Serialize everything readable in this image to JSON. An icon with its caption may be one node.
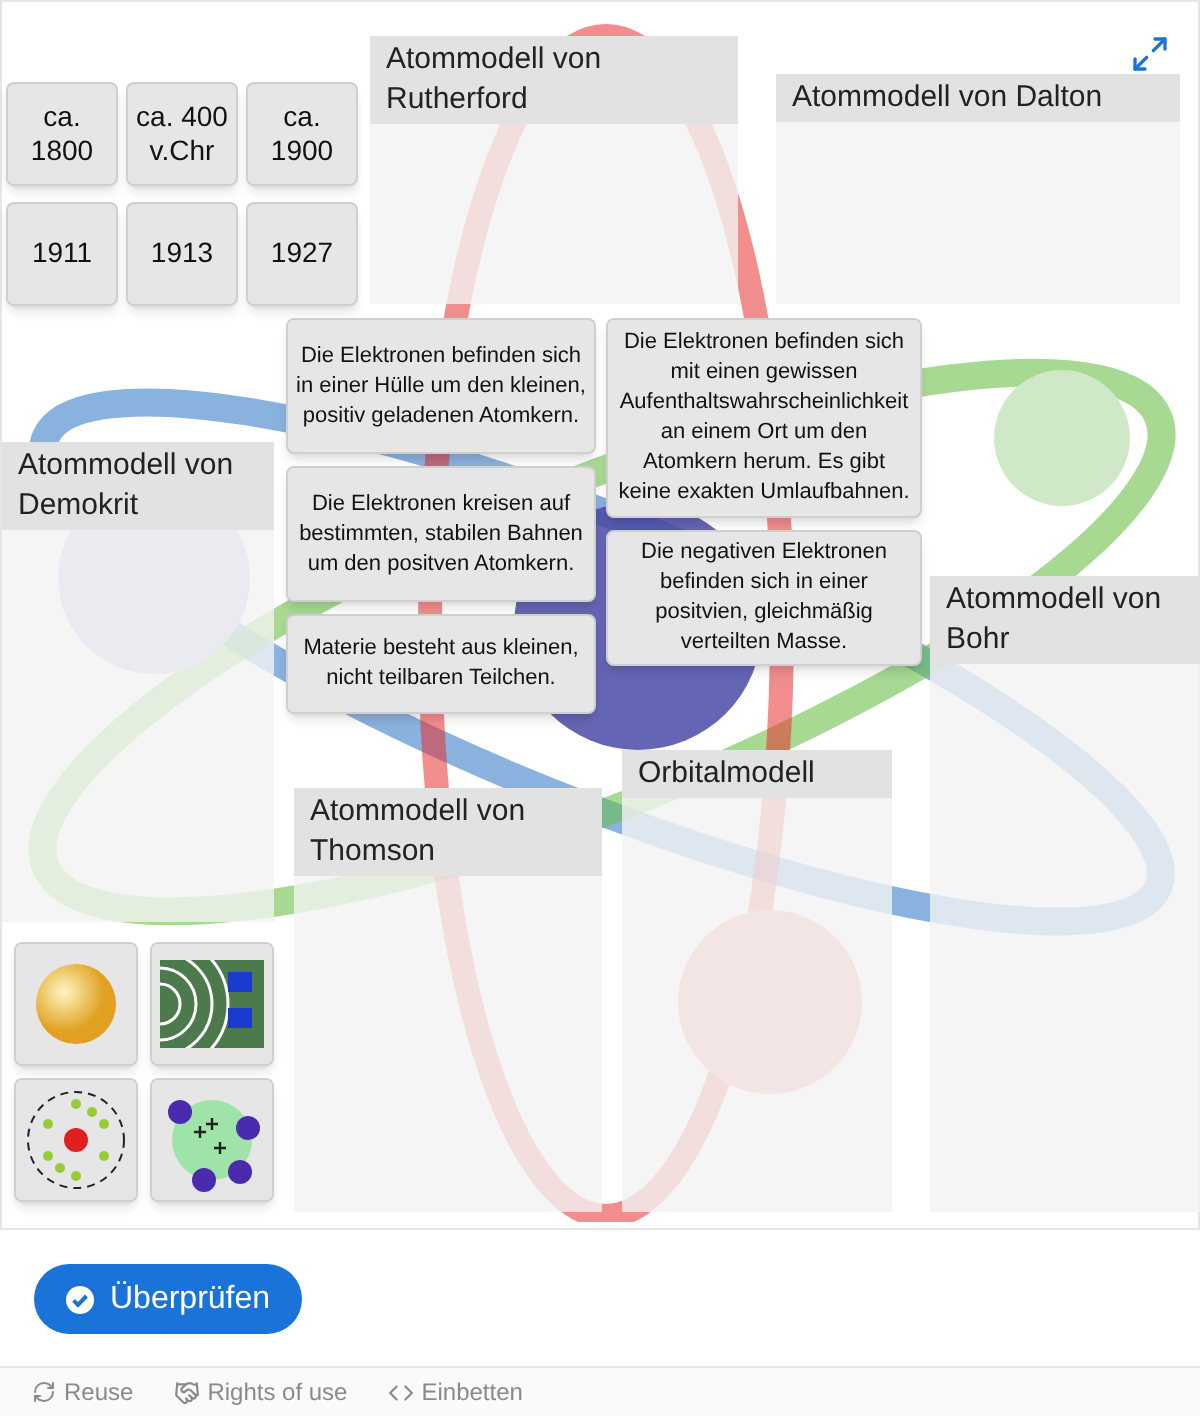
{
  "diagram": {
    "nodes": [
      {
        "text": [
          "Atommodell von Rutherford"
        ]
      },
      {
        "text": [
          "Atommodell von Dalton"
        ]
      },
      {
        "text": [
          "Atommodell von Demokrit"
        ]
      },
      {
        "text": [
          "Atommodell von Bohr"
        ]
      },
      {
        "text": [
          "Atommodell von Thomson"
        ]
      },
      {
        "text": [
          "Orbitalmodell"
        ]
      },
      {
        "text": [
          "ca. 1800"
        ]
      },
      {
        "text": [
          "ca. 400 v.Chr"
        ]
      },
      {
        "text": [
          "ca. 1900"
        ]
      },
      {
        "text": [
          "1911"
        ]
      },
      {
        "text": [
          "1913"
        ]
      },
      {
        "text": [
          "1927"
        ]
      },
      {
        "text": [
          "Die Elektronen befinden sich in einer Hülle um den kleinen, positiv geladenen Atomkern."
        ]
      },
      {
        "text": [
          "Die Elektronen kreisen auf bestimmten, stabilen Bahnen um den positven Atomkern."
        ]
      },
      {
        "text": [
          "Materie besteht aus kleinen, nicht teilbaren Teilchen."
        ]
      },
      {
        "text": [
          "Die Elektronen befinden sich mit einen gewissen Aufenthaltswahrscheinlichkeit an einem Ort um den Atomkern herum. Es gibt keine exakten Umlaufbahnen."
        ]
      },
      {
        "text": [
          "Die negativen Elektronen befinden sich in einer positvien, gleichmäßig verteilten Masse."
        ]
      },
      {
        "text": [],
        "shape": "picture"
      },
      {
        "text": [],
        "shape": "picture"
      },
      {
        "text": [],
        "shape": "picture"
      },
      {
        "text": [],
        "shape": "picture"
      }
    ],
    "labels": [
      "Überprüfen",
      "Reuse",
      "Rights of use",
      "Einbetten"
    ]
  }
}
